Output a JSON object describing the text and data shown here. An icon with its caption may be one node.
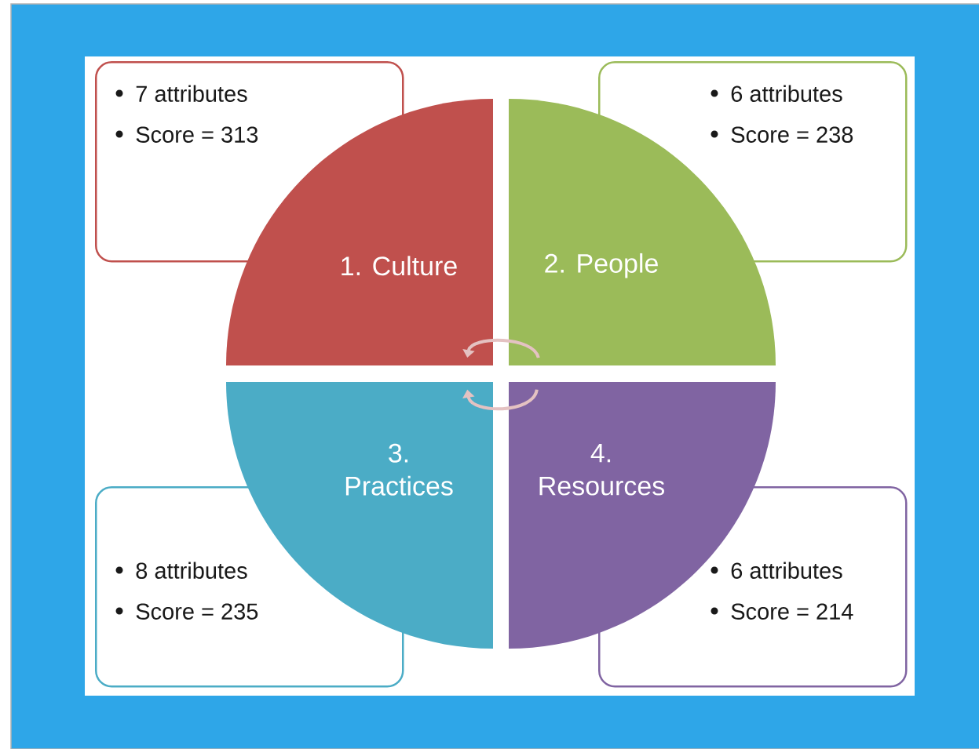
{
  "diagram": {
    "nodes": [
      {
        "text": [
          "7 attributes",
          "Score = 313"
        ]
      },
      {
        "text": [
          "6 attributes",
          "Score = 238"
        ]
      },
      {
        "text": [
          "1. Culture"
        ]
      },
      {
        "text": [
          "2. People"
        ]
      },
      {
        "text": [
          "3. Practices"
        ]
      },
      {
        "text": [
          "4. Resources"
        ]
      },
      {
        "text": [
          "8 attributes",
          "Score = 235"
        ]
      },
      {
        "text": [
          "6 attributes",
          "Score = 214"
        ]
      }
    ],
    "edges": [
      {
        "from": 3,
        "to": 2,
        "arrow": "to"
      },
      {
        "from": 5,
        "to": 4,
        "arrow": "to"
      }
    ]
  }
}
